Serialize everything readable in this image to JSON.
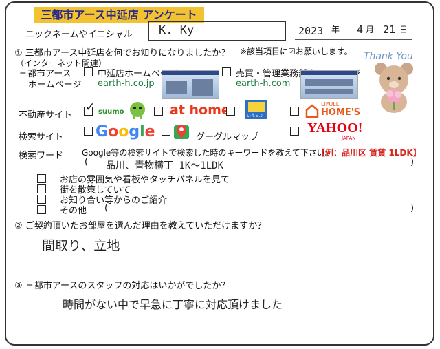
{
  "header": {
    "title": "三都市アース中延店 アンケート",
    "nickname_label": "ニックネームやイニシャル",
    "nickname_value": "K. Ky",
    "date": {
      "year": "2023",
      "year_unit": "年",
      "month": "4",
      "month_unit": "月",
      "day": "21",
      "day_unit": "日"
    }
  },
  "q1": {
    "question": "① 三都市アース中延店を何でお知りになりましたか？",
    "note": "※該当項目に☑お願いします。",
    "sub": "（インターネット関連）",
    "hp_label_1": "三都市アース",
    "hp_label_2": "ホームページ",
    "hp_opt1": "中延店ホームページ",
    "hp_opt1_url": "earth-h.co.jp",
    "hp_opt2": "売買・管理業務部ホームページ",
    "hp_opt2_url": "earth-h.com",
    "fudosan_label": "不動産サイト",
    "fudosan_checkmark": "✓",
    "suumo": "suumo",
    "athome": "at home",
    "ietan": "いえらぶ",
    "lifull_top": "LIFULL",
    "lifull_bottom": "HOME'S",
    "search_label": "検索サイト",
    "google": [
      "G",
      "o",
      "o",
      "g",
      "l",
      "e"
    ],
    "google_colors": [
      "#4285F4",
      "#EA4335",
      "#FBBC05",
      "#4285F4",
      "#34A853",
      "#EA4335"
    ],
    "googlemap": "グーグルマップ",
    "yahoo": "YAHOO!",
    "yahoo_sub": "JAPAN",
    "keyword_label": "検索ワード",
    "keyword_prompt": "Google等の検索サイトで検索した時のキーワードを教えて下さい。",
    "keyword_example": "【例：品川区 賃貸 1LDK】",
    "keyword_answer": "品川、青物横丁 1K〜1LDK",
    "open_paren": "(",
    "close_paren": ")",
    "other_opts": [
      "お店の雰囲気や看板やタッチパネルを見て",
      "街を散策していて",
      "お知り合い等からのご紹介",
      "その他"
    ]
  },
  "q2": {
    "question": "② ご契約頂いたお部屋を選んだ理由を教えていただけますか？",
    "answer": "間取り、立地"
  },
  "q3": {
    "question": "③ 三都市アースのスタッフの対応はいかがでしたか？",
    "answer": "時間がない中で早急に丁寧に対応頂けました"
  },
  "decoration": {
    "thank_you": "Thank You"
  }
}
